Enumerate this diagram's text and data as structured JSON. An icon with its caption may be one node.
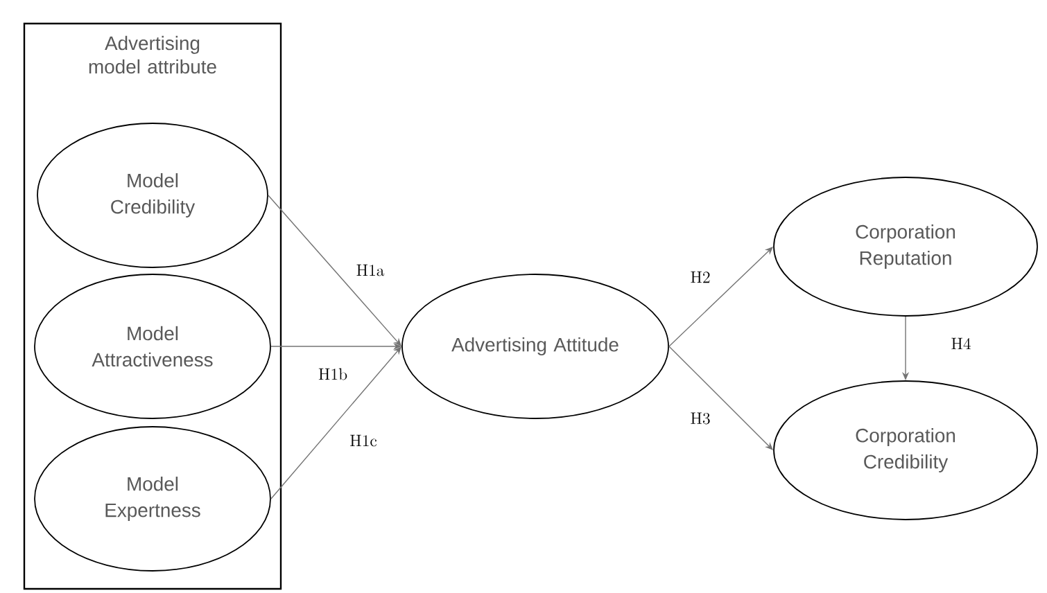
{
  "diagram": {
    "nodes": [
      {
        "text": [
          "Advertising model attribute"
        ]
      },
      {
        "text": [
          "Model Credibility"
        ],
        "in": 0
      },
      {
        "text": [
          "Model Attractiveness"
        ],
        "in": 0
      },
      {
        "text": [
          "Model Expertness"
        ],
        "in": 0
      },
      {
        "text": [
          "Advertising Attitude"
        ]
      },
      {
        "text": [
          "Corporation Reputation"
        ]
      },
      {
        "text": [
          "Corporation Credibility"
        ]
      }
    ],
    "edges": [
      {
        "from": 1,
        "to": 4,
        "arrow": "to",
        "label": "H1a"
      },
      {
        "from": 2,
        "to": 4,
        "arrow": "to",
        "label": "H1b"
      },
      {
        "from": 3,
        "to": 4,
        "arrow": "to",
        "label": "H1c"
      },
      {
        "from": 4,
        "to": 5,
        "arrow": "to",
        "label": "H2"
      },
      {
        "from": 4,
        "to": 6,
        "arrow": "to",
        "label": "H3"
      },
      {
        "from": 5,
        "to": 6,
        "arrow": "to",
        "label": "H4"
      }
    ]
  }
}
